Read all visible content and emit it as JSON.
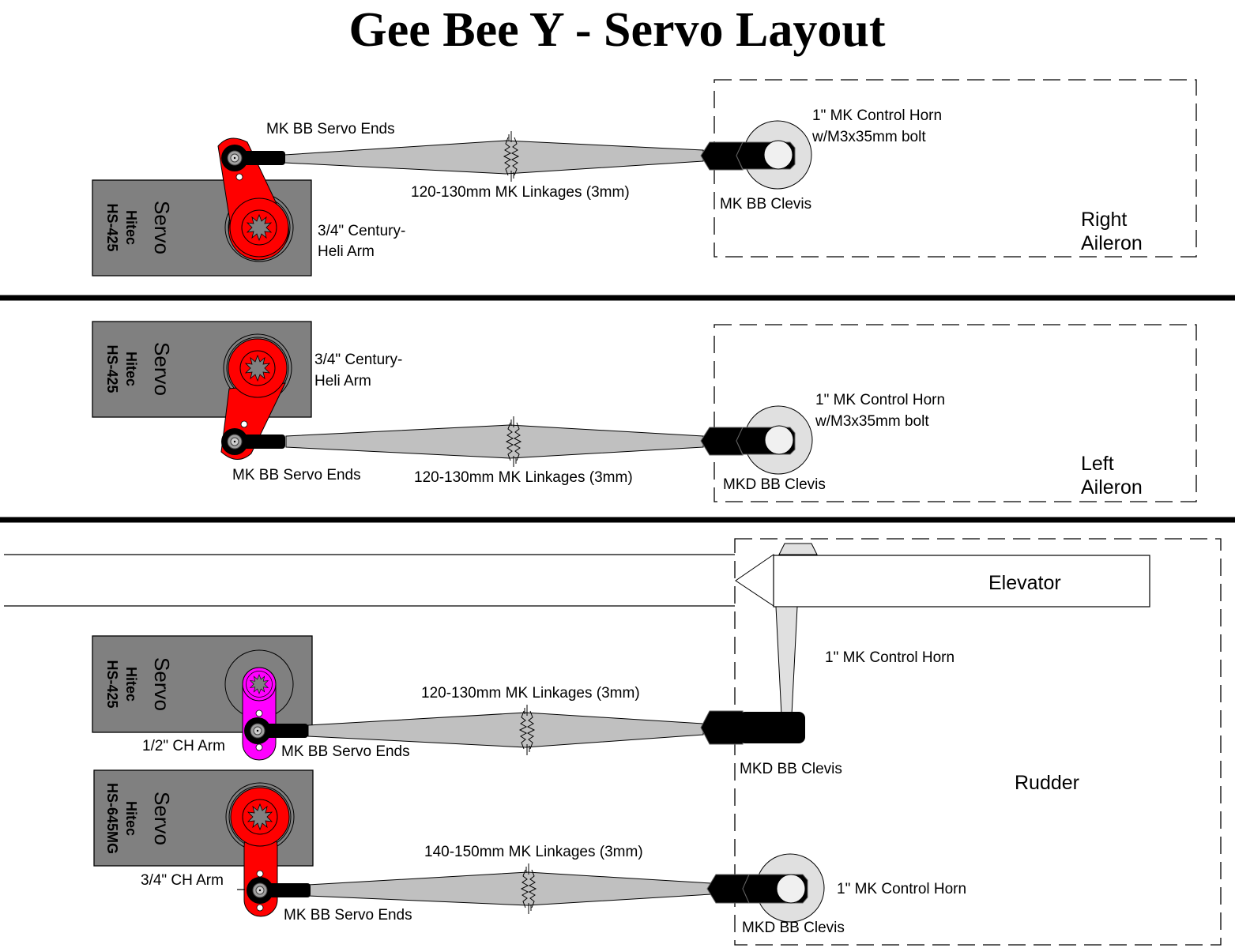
{
  "title": "Gee Bee Y - Servo Layout",
  "colors": {
    "servo_body": "#808080",
    "arm_red": "#ff0000",
    "arm_magenta": "#ff00ff",
    "linkage": "#c0c0c0",
    "horn": "#e0e0e0",
    "clevis": "#000000"
  },
  "sections": {
    "right_aileron": {
      "surface_label_line1": "Right",
      "surface_label_line2": "Aileron",
      "servo": {
        "label": "Servo",
        "brand": "Hitec",
        "model": "HS-425"
      },
      "arm_label_line1": "3/4\" Century-",
      "arm_label_line2": "Heli Arm",
      "servo_end_label": "MK BB Servo Ends",
      "linkage_label": "120-130mm MK Linkages (3mm)",
      "clevis_label": "MK BB Clevis",
      "horn_label_line1": "1\" MK Control Horn",
      "horn_label_line2": "w/M3x35mm bolt"
    },
    "left_aileron": {
      "surface_label_line1": "Left",
      "surface_label_line2": "Aileron",
      "servo": {
        "label": "Servo",
        "brand": "Hitec",
        "model": "HS-425"
      },
      "arm_label_line1": "3/4\" Century-",
      "arm_label_line2": "Heli Arm",
      "servo_end_label": "MK BB Servo Ends",
      "linkage_label": "120-130mm MK Linkages (3mm)",
      "clevis_label": "MKD BB Clevis",
      "horn_label_line1": "1\" MK Control Horn",
      "horn_label_line2": "w/M3x35mm bolt"
    },
    "elevator": {
      "surface_label": "Elevator",
      "servo": {
        "label": "Servo",
        "brand": "Hitec",
        "model": "HS-425"
      },
      "arm_label": "1/2\" CH Arm",
      "servo_end_label": "MK BB Servo Ends",
      "linkage_label": "120-130mm MK Linkages (3mm)",
      "clevis_label": "MKD BB Clevis",
      "horn_label": "1\" MK Control Horn"
    },
    "rudder": {
      "surface_label": "Rudder",
      "servo": {
        "label": "Servo",
        "brand": "Hitec",
        "model": "HS-645MG"
      },
      "arm_label": "3/4\" CH Arm",
      "servo_end_label": "MK BB Servo Ends",
      "linkage_label": "140-150mm MK Linkages (3mm)",
      "clevis_label": "MKD BB Clevis",
      "horn_label": "1\" MK Control Horn"
    }
  }
}
